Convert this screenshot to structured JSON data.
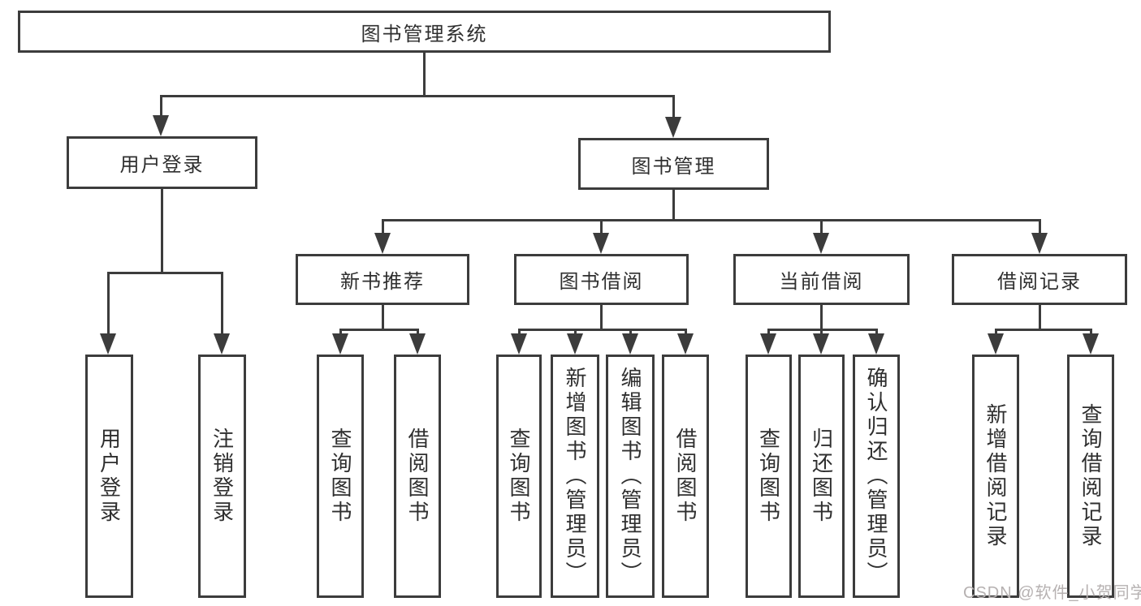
{
  "diagram": {
    "type": "tree",
    "title": "图书管理系统",
    "nodes": [
      {
        "id": "root",
        "label": "图书管理系统",
        "level": 1,
        "children": [
          "user-login",
          "book-mgmt"
        ]
      },
      {
        "id": "user-login",
        "label": "用户登录",
        "level": 2,
        "children": [
          "leaf-user-login",
          "leaf-logout"
        ]
      },
      {
        "id": "book-mgmt",
        "label": "图书管理",
        "level": 2,
        "children": [
          "new-book-rec",
          "book-borrow",
          "current-borrow",
          "borrow-records"
        ]
      },
      {
        "id": "new-book-rec",
        "label": "新书推荐",
        "level": 3,
        "children": [
          "leaf-query-book-1",
          "leaf-borrow-book-1"
        ]
      },
      {
        "id": "book-borrow",
        "label": "图书借阅",
        "level": 3,
        "children": [
          "leaf-query-book-2",
          "leaf-add-book",
          "leaf-edit-book",
          "leaf-borrow-book-2"
        ]
      },
      {
        "id": "current-borrow",
        "label": "当前借阅",
        "level": 3,
        "children": [
          "leaf-query-book-3",
          "leaf-return-book",
          "leaf-confirm-return"
        ]
      },
      {
        "id": "borrow-records",
        "label": "借阅记录",
        "level": 3,
        "children": [
          "leaf-add-borrow-record",
          "leaf-query-borrow-record"
        ]
      },
      {
        "id": "leaf-user-login",
        "label": "用户登录",
        "level": 4,
        "children": []
      },
      {
        "id": "leaf-logout",
        "label": "注销登录",
        "level": 4,
        "children": []
      },
      {
        "id": "leaf-query-book-1",
        "label": "查询图书",
        "level": 4,
        "children": []
      },
      {
        "id": "leaf-borrow-book-1",
        "label": "借阅图书",
        "level": 4,
        "children": []
      },
      {
        "id": "leaf-query-book-2",
        "label": "查询图书",
        "level": 4,
        "children": []
      },
      {
        "id": "leaf-add-book",
        "label": "新增图书（管理员）",
        "level": 4,
        "children": []
      },
      {
        "id": "leaf-edit-book",
        "label": "编辑图书（管理员）",
        "level": 4,
        "children": []
      },
      {
        "id": "leaf-borrow-book-2",
        "label": "借阅图书",
        "level": 4,
        "children": []
      },
      {
        "id": "leaf-query-book-3",
        "label": "查询图书",
        "level": 4,
        "children": []
      },
      {
        "id": "leaf-return-book",
        "label": "归还图书",
        "level": 4,
        "children": []
      },
      {
        "id": "leaf-confirm-return",
        "label": "确认归还（管理员）",
        "level": 4,
        "children": []
      },
      {
        "id": "leaf-add-borrow-record",
        "label": "新增借阅记录",
        "level": 4,
        "children": []
      },
      {
        "id": "leaf-query-borrow-record",
        "label": "查询借阅记录",
        "level": 4,
        "children": []
      }
    ]
  },
  "watermark": {
    "text": "CSDN @软件_小贺同学",
    "color": "#b6b1b1"
  },
  "colors": {
    "line": "#3c3c3c",
    "text": "#2f2f2f",
    "background": "#ffffff"
  }
}
